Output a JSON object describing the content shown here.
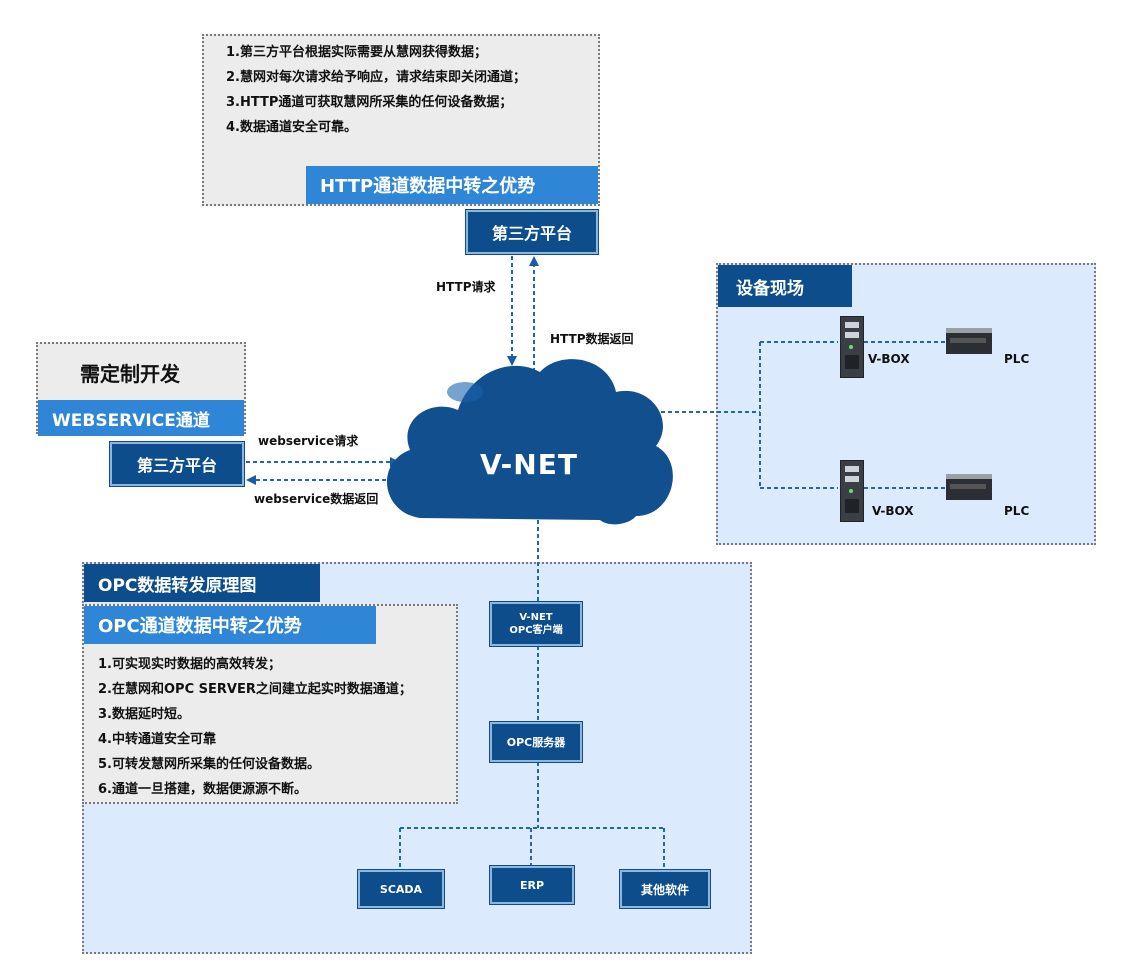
{
  "http_panel": {
    "items": [
      "1.第三方平台根据实际需要从慧网获得数据；",
      "2.慧网对每次请求给予响应，请求结束即关闭通道；",
      "3.HTTP通道可获取慧网所采集的任何设备数据；",
      "4.数据通道安全可靠。"
    ],
    "banner": "HTTP通道数据中转之优势",
    "platform": "第三方平台"
  },
  "http_links": {
    "request": "HTTP请求",
    "response": "HTTP数据返回"
  },
  "webservice_panel": {
    "custom_dev": "需定制开发",
    "banner": "WEBSERVICE通道",
    "platform": "第三方平台",
    "request": "webservice请求",
    "response": "webservice数据返回"
  },
  "cloud": {
    "label": "V-NET"
  },
  "site": {
    "title": "设备现场",
    "devices": [
      {
        "box": "V-BOX",
        "plc": "PLC"
      },
      {
        "box": "V-BOX",
        "plc": "PLC"
      }
    ]
  },
  "opc": {
    "title": "OPC数据转发原理图",
    "banner": "OPC通道数据中转之优势",
    "items": [
      "1.可实现实时数据的高效转发；",
      "2.在慧网和OPC SERVER之间建立起实时数据通道；",
      "3.数据延时短。",
      "4.中转通道安全可靠",
      "5.可转发慧网所采集的任何设备数据。",
      "6.通道一旦搭建，数据便源源不断。"
    ],
    "client_line1": "V-NET",
    "client_line2": "OPC客户端",
    "server": "OPC服务器",
    "apps": [
      "SCADA",
      "ERP",
      "其他软件"
    ]
  },
  "colors": {
    "dark_blue": "#0d4d8c",
    "mid_blue": "#2f86d6",
    "light_blue_fill": "#dbeafc",
    "gray_fill": "#ececec",
    "cloud": "#114f8e"
  }
}
